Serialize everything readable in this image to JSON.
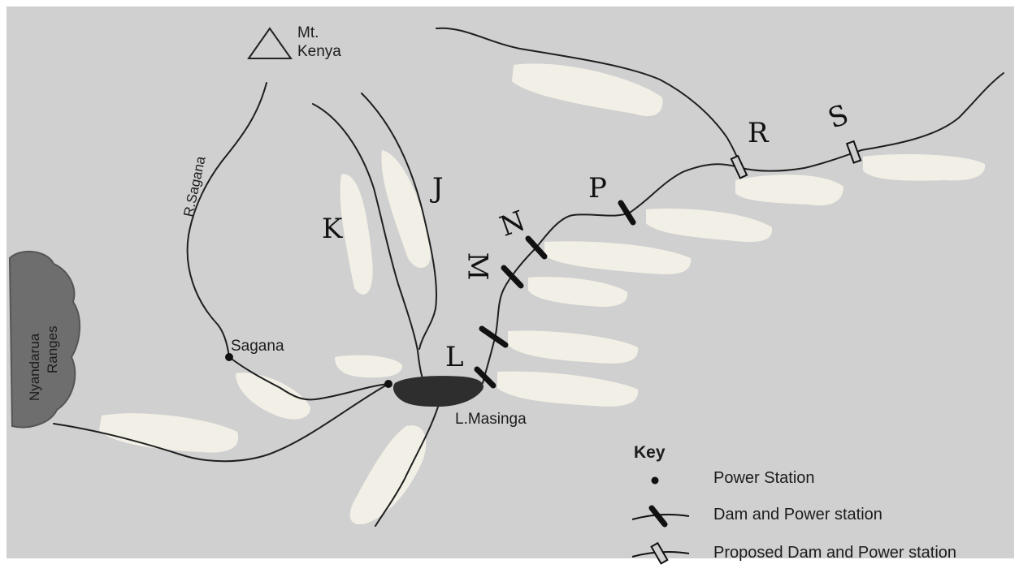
{
  "places": {
    "mountain": "Mt.\nKenya",
    "mountain_line1": "Mt.",
    "mountain_line2": "Kenya",
    "river": "R.Sagana",
    "town": "Sagana",
    "lake": "L.Masinga",
    "ranges": "Nyandarua\nRanges",
    "ranges_line1": "Nyandarua",
    "ranges_line2": "Ranges"
  },
  "letters": {
    "j": "J",
    "k": "K",
    "l": "L",
    "m": "M",
    "n": "N",
    "p": "P",
    "r": "R",
    "s": "S"
  },
  "key": {
    "title": "Key",
    "items": [
      {
        "label": "Power Station",
        "symbol": "power-station"
      },
      {
        "label": "Dam and Power station",
        "symbol": "dam"
      },
      {
        "label": "Proposed Dam and Power station",
        "symbol": "proposed-dam"
      }
    ]
  },
  "colors": {
    "background": "#d0d0d0",
    "river": "#1f1f1f",
    "lake": "#2e2e2e",
    "ranges": "#6e6e6e",
    "correction_fluid": "#f2f0e6"
  }
}
